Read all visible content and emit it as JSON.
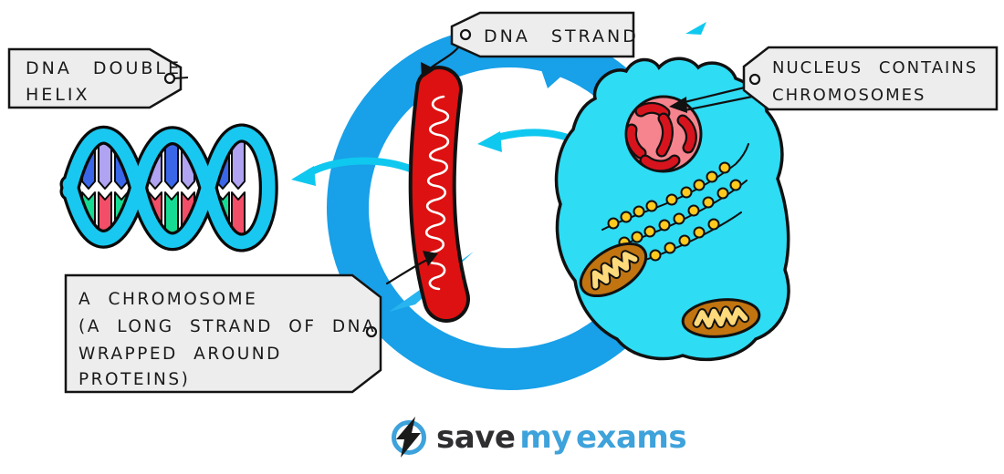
{
  "tags": {
    "dna_double_helix": {
      "line1": "DNA DOUBLE",
      "line2": "HELIX"
    },
    "dna_strand": {
      "line1": "DNA STRAND"
    },
    "nucleus_contains_chromosomes": {
      "line1": "NUCLEUS CONTAINS",
      "line2": "CHROMOSOMES"
    },
    "a_chromosome": {
      "line1": "A CHROMOSOME",
      "line2": "(A LONG STRAND OF DNA",
      "line3": "WRAPPED AROUND",
      "line4": "PROTEINS)"
    }
  },
  "logo": {
    "word_save": "save",
    "word_my": "my",
    "word_exams": "exams"
  },
  "colors": {
    "ring_blue": "#18a0e8",
    "arrow_cyan": "#0fc8ef",
    "sliver_blue": "#28b4ef",
    "cell_cyan": "#2edcf4",
    "nucleus_pink": "#f5848e",
    "nucleus_chromosome_red": "#d7141e",
    "chromosome_red": "#dd1111",
    "chromosome_scribble": "#ffffff",
    "mitochondrion_brown": "#c1740f",
    "mitochondrion_cristae": "#ffda7a",
    "bead_yellow": "#ffc91e",
    "helix_cyan": "#18c8f0",
    "base_blue": "#3a66e8",
    "base_lavender": "#afa3f2",
    "base_green": "#16db93",
    "base_pink": "#f24e68",
    "tag_fill": "#ededed",
    "outline_black": "#111111",
    "logo_blue": "#3ea2db",
    "logo_dark": "#2f2f31"
  }
}
